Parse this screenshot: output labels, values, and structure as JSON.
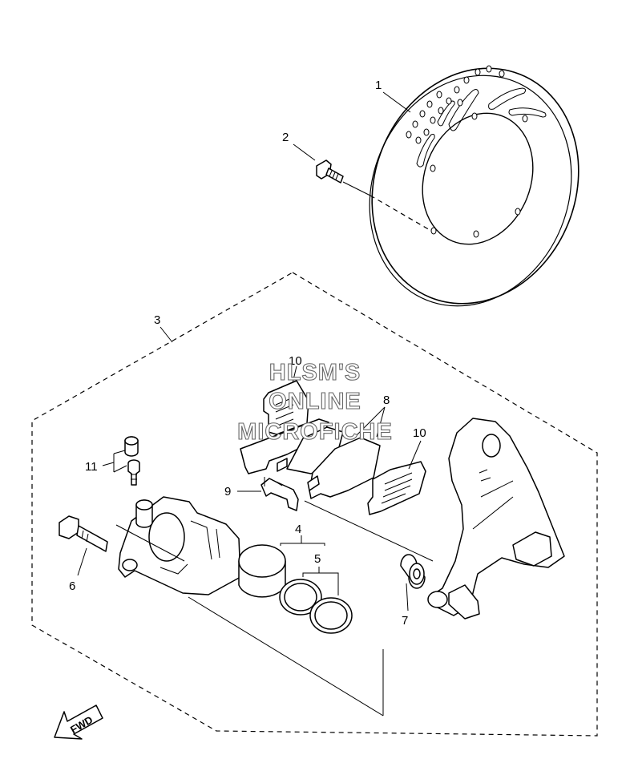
{
  "callouts": [
    {
      "id": "1",
      "label": "1"
    },
    {
      "id": "2",
      "label": "2"
    },
    {
      "id": "3",
      "label": "3"
    },
    {
      "id": "4",
      "label": "4"
    },
    {
      "id": "5",
      "label": "5"
    },
    {
      "id": "6",
      "label": "6"
    },
    {
      "id": "7",
      "label": "7"
    },
    {
      "id": "8",
      "label": "8"
    },
    {
      "id": "9",
      "label": "9"
    },
    {
      "id": "10a",
      "label": "10"
    },
    {
      "id": "10b",
      "label": "10"
    },
    {
      "id": "11",
      "label": "11"
    }
  ],
  "watermark": {
    "line1": "HLSM'S",
    "line2": "ONLINE",
    "line3": "MICROFICHE"
  },
  "direction_marker": {
    "label": "FWD"
  }
}
